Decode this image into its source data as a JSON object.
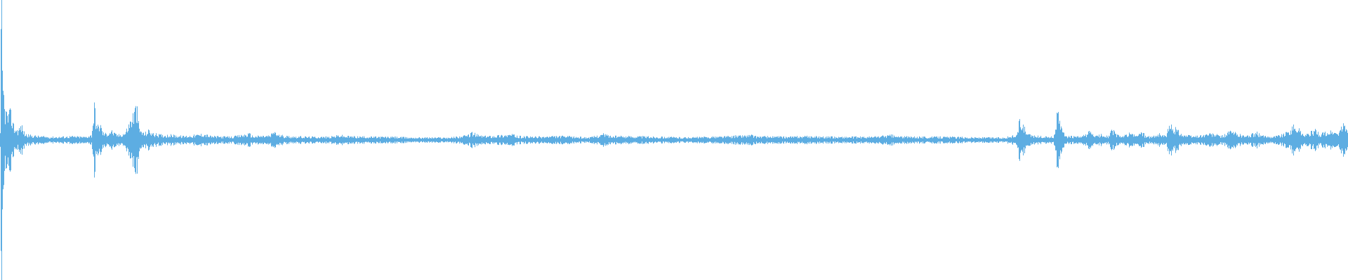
{
  "waveform": {
    "color": "#5dade2",
    "envelope": [
      [
        0,
        0.05
      ],
      [
        1,
        0.85
      ],
      [
        2,
        1.0
      ],
      [
        3,
        0.55
      ],
      [
        6,
        0.28
      ],
      [
        10,
        0.2
      ],
      [
        15,
        0.22
      ],
      [
        20,
        0.1
      ],
      [
        25,
        0.08
      ],
      [
        30,
        0.12
      ],
      [
        35,
        0.05
      ],
      [
        40,
        0.04
      ],
      [
        55,
        0.03
      ],
      [
        70,
        0.025
      ],
      [
        85,
        0.025
      ],
      [
        100,
        0.03
      ],
      [
        120,
        0.025
      ],
      [
        130,
        0.04
      ],
      [
        134,
        0.28
      ],
      [
        138,
        0.1
      ],
      [
        142,
        0.14
      ],
      [
        146,
        0.06
      ],
      [
        152,
        0.05
      ],
      [
        158,
        0.08
      ],
      [
        163,
        0.05
      ],
      [
        168,
        0.04
      ],
      [
        178,
        0.06
      ],
      [
        190,
        0.22
      ],
      [
        194,
        0.28
      ],
      [
        198,
        0.09
      ],
      [
        205,
        0.05
      ],
      [
        212,
        0.08
      ],
      [
        218,
        0.05
      ],
      [
        230,
        0.04
      ],
      [
        245,
        0.04
      ],
      [
        260,
        0.03
      ],
      [
        280,
        0.04
      ],
      [
        290,
        0.05
      ],
      [
        300,
        0.03
      ],
      [
        330,
        0.025
      ],
      [
        355,
        0.05
      ],
      [
        360,
        0.03
      ],
      [
        385,
        0.035
      ],
      [
        390,
        0.08
      ],
      [
        395,
        0.04
      ],
      [
        410,
        0.03
      ],
      [
        440,
        0.025
      ],
      [
        470,
        0.025
      ],
      [
        485,
        0.04
      ],
      [
        490,
        0.03
      ],
      [
        530,
        0.025
      ],
      [
        560,
        0.025
      ],
      [
        580,
        0.02
      ],
      [
        640,
        0.02
      ],
      [
        665,
        0.035
      ],
      [
        672,
        0.06
      ],
      [
        680,
        0.04
      ],
      [
        690,
        0.03
      ],
      [
        730,
        0.045
      ],
      [
        735,
        0.03
      ],
      [
        760,
        0.025
      ],
      [
        800,
        0.03
      ],
      [
        840,
        0.02
      ],
      [
        860,
        0.05
      ],
      [
        870,
        0.03
      ],
      [
        900,
        0.03
      ],
      [
        940,
        0.025
      ],
      [
        980,
        0.02
      ],
      [
        1040,
        0.03
      ],
      [
        1070,
        0.04
      ],
      [
        1075,
        0.03
      ],
      [
        1120,
        0.025
      ],
      [
        1150,
        0.03
      ],
      [
        1180,
        0.025
      ],
      [
        1240,
        0.025
      ],
      [
        1270,
        0.04
      ],
      [
        1275,
        0.03
      ],
      [
        1300,
        0.025
      ],
      [
        1350,
        0.025
      ],
      [
        1400,
        0.02
      ],
      [
        1430,
        0.02
      ],
      [
        1448,
        0.04
      ],
      [
        1452,
        0.16
      ],
      [
        1458,
        0.1
      ],
      [
        1465,
        0.04
      ],
      [
        1480,
        0.03
      ],
      [
        1500,
        0.025
      ],
      [
        1506,
        0.22
      ],
      [
        1512,
        0.08
      ],
      [
        1520,
        0.03
      ],
      [
        1540,
        0.025
      ],
      [
        1553,
        0.07
      ],
      [
        1560,
        0.03
      ],
      [
        1570,
        0.045
      ],
      [
        1578,
        0.03
      ],
      [
        1584,
        0.085
      ],
      [
        1590,
        0.04
      ],
      [
        1600,
        0.03
      ],
      [
        1610,
        0.06
      ],
      [
        1617,
        0.03
      ],
      [
        1625,
        0.07
      ],
      [
        1632,
        0.03
      ],
      [
        1640,
        0.025
      ],
      [
        1650,
        0.05
      ],
      [
        1660,
        0.03
      ],
      [
        1666,
        0.12
      ],
      [
        1675,
        0.09
      ],
      [
        1685,
        0.04
      ],
      [
        1700,
        0.03
      ],
      [
        1715,
        0.04
      ],
      [
        1720,
        0.05
      ],
      [
        1730,
        0.045
      ],
      [
        1740,
        0.03
      ],
      [
        1752,
        0.07
      ],
      [
        1762,
        0.05
      ],
      [
        1775,
        0.03
      ],
      [
        1790,
        0.06
      ],
      [
        1795,
        0.04
      ],
      [
        1800,
        0.03
      ],
      [
        1815,
        0.03
      ],
      [
        1830,
        0.05
      ],
      [
        1840,
        0.1
      ],
      [
        1845,
        0.12
      ],
      [
        1852,
        0.07
      ],
      [
        1860,
        0.04
      ],
      [
        1872,
        0.08
      ],
      [
        1880,
        0.05
      ],
      [
        1890,
        0.06
      ],
      [
        1898,
        0.07
      ],
      [
        1905,
        0.05
      ],
      [
        1912,
        0.12
      ],
      [
        1920,
        0.08
      ]
    ]
  }
}
